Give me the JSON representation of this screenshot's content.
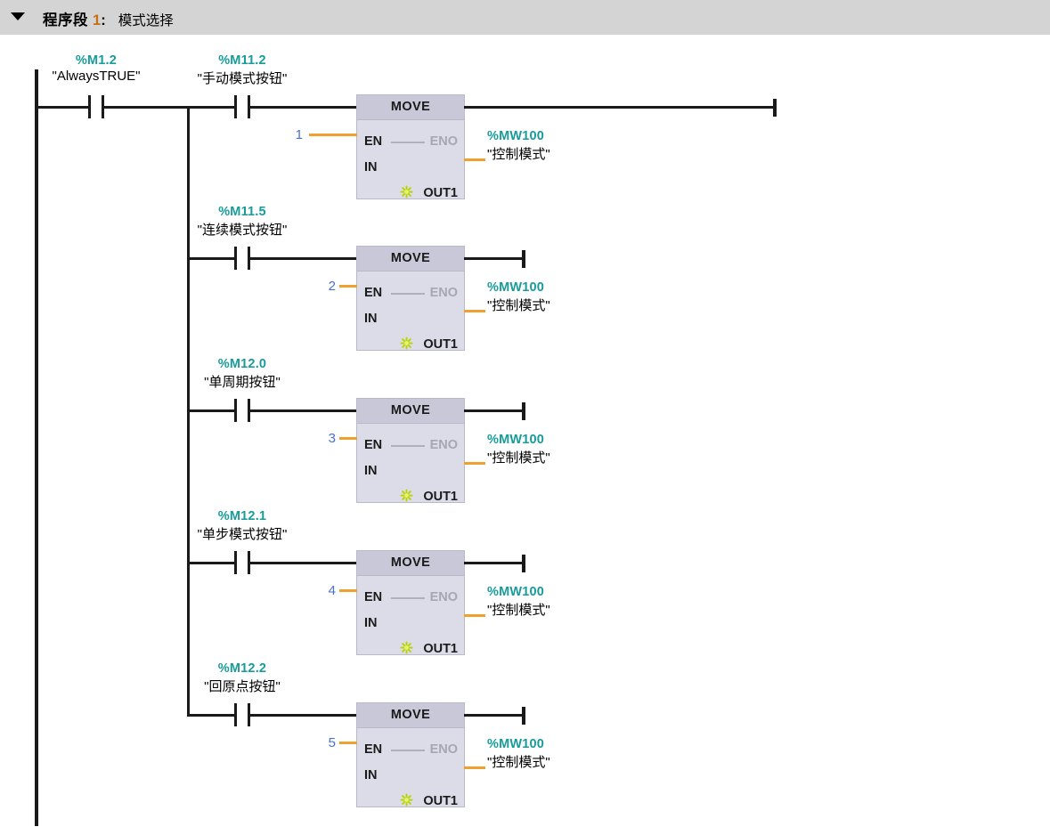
{
  "header": {
    "collapse_icon": "triangle-down-icon",
    "network_label": "程序段",
    "network_number": "1",
    "colon": ":",
    "comment": "模式选择",
    "bar_color": "#d4d4d4",
    "number_color": "#c86e14"
  },
  "colors": {
    "wire": "#1a1a1a",
    "address_text": "#179b9b",
    "block_header": "#c8c8d8",
    "block_body": "#dcdce8",
    "eno_disabled": "#a6a6b4",
    "connector_orange": "#f0a030",
    "constant_blue": "#4a6fd0",
    "star_icon": "#c8e000"
  },
  "ladder": {
    "power_rail": "left-power-rail",
    "first_contact": {
      "address": "%M1.2",
      "symbol": "\"AlwaysTRUE\"",
      "type": "normally-open-contact"
    },
    "branches": [
      {
        "contact_address": "%M11.2",
        "contact_symbol": "\"手动模式按钮\"",
        "block_title": "MOVE",
        "pin_en": "EN",
        "pin_eno": "ENO",
        "pin_in": "IN",
        "pin_out": "OUT1",
        "in_value": "1",
        "out_address": "%MW100",
        "out_symbol": "\"控制模式\""
      },
      {
        "contact_address": "%M11.5",
        "contact_symbol": "\"连续模式按钮\"",
        "block_title": "MOVE",
        "pin_en": "EN",
        "pin_eno": "ENO",
        "pin_in": "IN",
        "pin_out": "OUT1",
        "in_value": "2",
        "out_address": "%MW100",
        "out_symbol": "\"控制模式\""
      },
      {
        "contact_address": "%M12.0",
        "contact_symbol": "\"单周期按钮\"",
        "block_title": "MOVE",
        "pin_en": "EN",
        "pin_eno": "ENO",
        "pin_in": "IN",
        "pin_out": "OUT1",
        "in_value": "3",
        "out_address": "%MW100",
        "out_symbol": "\"控制模式\""
      },
      {
        "contact_address": "%M12.1",
        "contact_symbol": "\"单步模式按钮\"",
        "block_title": "MOVE",
        "pin_en": "EN",
        "pin_eno": "ENO",
        "pin_in": "IN",
        "pin_out": "OUT1",
        "in_value": "4",
        "out_address": "%MW100",
        "out_symbol": "\"控制模式\""
      },
      {
        "contact_address": "%M12.2",
        "contact_symbol": "\"回原点按钮\"",
        "block_title": "MOVE",
        "pin_en": "EN",
        "pin_eno": "ENO",
        "pin_in": "IN",
        "pin_out": "OUT1",
        "in_value": "5",
        "out_address": "%MW100",
        "out_symbol": "\"控制模式\""
      }
    ]
  }
}
